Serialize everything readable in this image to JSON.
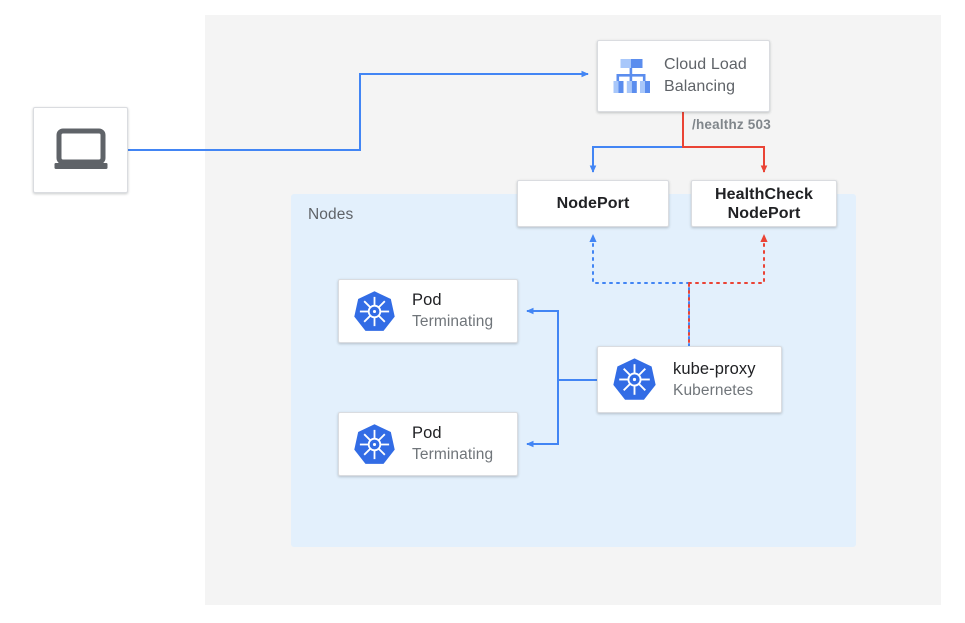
{
  "diagram": {
    "title": "Kubernetes NodePort health check failover diagram",
    "regions": {
      "outer": {
        "name": "cloud-region",
        "label": ""
      },
      "nodes": {
        "name": "nodes-region",
        "label": "Nodes"
      }
    },
    "colors": {
      "blue": "#4285f4",
      "red": "#ea4335",
      "kubernetes_blue": "#326ce5",
      "node_region_bg": "#e3f0fc",
      "outer_region_bg": "#f4f4f4",
      "card_bg": "#ffffff",
      "card_border": "#dadce0",
      "text_primary": "#202124",
      "text_secondary": "#5f6368",
      "text_muted": "#70757a",
      "label_gray": "#80868b",
      "laptop_gray": "#5f6368"
    },
    "nodes": [
      {
        "id": "client",
        "name": "client-laptop",
        "icon": "laptop-icon",
        "label": ""
      },
      {
        "id": "cloud_load_balancing",
        "name": "cloud-load-balancing-card",
        "icon": "cloud-load-balancing-icon",
        "title": "Cloud Load",
        "title_line2": "Balancing"
      },
      {
        "id": "nodeport",
        "name": "nodeport-card",
        "label": "NodePort"
      },
      {
        "id": "healthcheck_nodeport",
        "name": "healthcheck-nodeport-card",
        "label_line1": "HealthCheck",
        "label_line2": "NodePort"
      },
      {
        "id": "pod1",
        "name": "pod-card-1",
        "icon": "kubernetes-icon",
        "title": "Pod",
        "subtitle": "Terminating"
      },
      {
        "id": "pod2",
        "name": "pod-card-2",
        "icon": "kubernetes-icon",
        "title": "Pod",
        "subtitle": "Terminating"
      },
      {
        "id": "kube_proxy",
        "name": "kube-proxy-card",
        "icon": "kubernetes-icon",
        "title": "kube-proxy",
        "subtitle": "Kubernetes"
      }
    ],
    "edge_labels": {
      "healthz": "/healthz 503"
    },
    "edges": [
      {
        "from": "client",
        "to": "cloud_load_balancing",
        "style": "solid",
        "color": "#4285f4"
      },
      {
        "from": "cloud_load_balancing",
        "to": "nodeport",
        "style": "solid",
        "color": "#4285f4"
      },
      {
        "from": "cloud_load_balancing",
        "to": "healthcheck_nodeport",
        "style": "solid",
        "color": "#ea4335",
        "label": "/healthz 503"
      },
      {
        "from": "kube_proxy",
        "to": "nodeport",
        "style": "dotted",
        "color": "#4285f4"
      },
      {
        "from": "kube_proxy",
        "to": "healthcheck_nodeport",
        "style": "dotted",
        "color": "#ea4335"
      },
      {
        "from": "kube_proxy",
        "to": "pod1",
        "style": "solid",
        "color": "#4285f4"
      },
      {
        "from": "kube_proxy",
        "to": "pod2",
        "style": "solid",
        "color": "#4285f4"
      }
    ]
  }
}
